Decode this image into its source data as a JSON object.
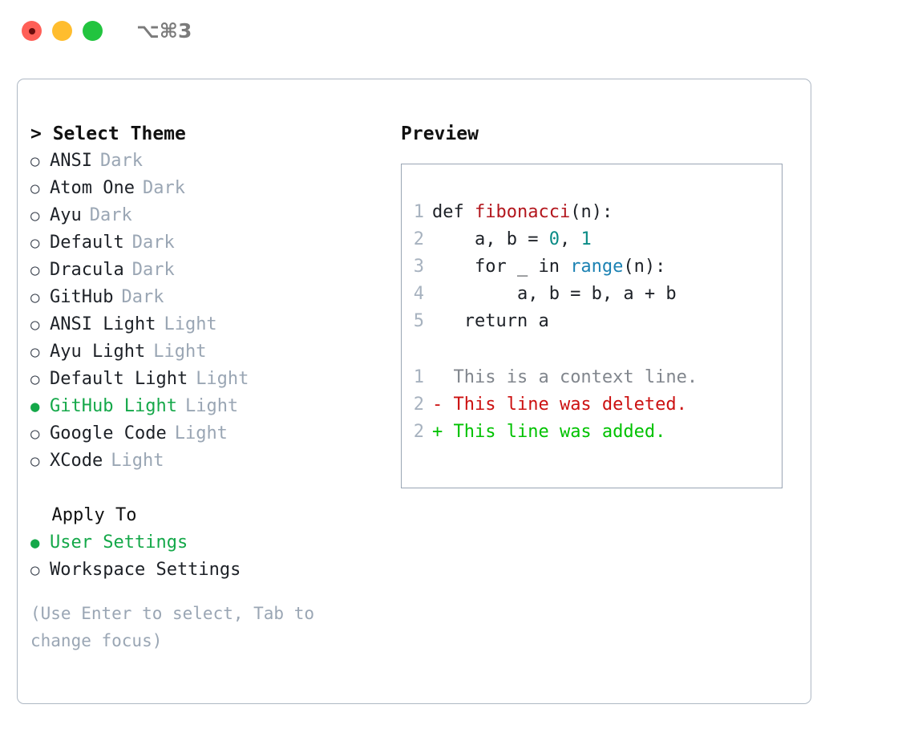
{
  "titlebar": {
    "shortcut": "⌥⌘3",
    "lights": [
      "close-red",
      "minimize-amber",
      "maximize-green"
    ]
  },
  "theme_section": {
    "heading": "> Select Theme",
    "items": [
      {
        "marker": "○",
        "label": "ANSI",
        "tag": "Dark",
        "selected": false
      },
      {
        "marker": "○",
        "label": "Atom One",
        "tag": "Dark",
        "selected": false
      },
      {
        "marker": "○",
        "label": "Ayu",
        "tag": "Dark",
        "selected": false
      },
      {
        "marker": "○",
        "label": "Default",
        "tag": "Dark",
        "selected": false
      },
      {
        "marker": "○",
        "label": "Dracula",
        "tag": "Dark",
        "selected": false
      },
      {
        "marker": "○",
        "label": "GitHub",
        "tag": "Dark",
        "selected": false
      },
      {
        "marker": "○",
        "label": "ANSI Light",
        "tag": "Light",
        "selected": false
      },
      {
        "marker": "○",
        "label": "Ayu Light",
        "tag": "Light",
        "selected": false
      },
      {
        "marker": "○",
        "label": "Default Light",
        "tag": "Light",
        "selected": false
      },
      {
        "marker": "●",
        "label": "GitHub Light",
        "tag": "Light",
        "selected": true
      },
      {
        "marker": "○",
        "label": "Google Code",
        "tag": "Light",
        "selected": false
      },
      {
        "marker": "○",
        "label": "XCode",
        "tag": "Light",
        "selected": false
      }
    ]
  },
  "apply_section": {
    "heading": "  Apply To",
    "items": [
      {
        "marker": "●",
        "label": "User Settings",
        "selected": true
      },
      {
        "marker": "○",
        "label": "Workspace Settings",
        "selected": false
      }
    ]
  },
  "hint": "(Use Enter to select, Tab to change focus)",
  "preview": {
    "title": "Preview",
    "code_lines": [
      {
        "num": "1",
        "segments": [
          {
            "text": "def ",
            "kind": "plain"
          },
          {
            "text": "fibonacci",
            "kind": "fn"
          },
          {
            "text": "(n):",
            "kind": "plain"
          }
        ]
      },
      {
        "num": "2",
        "segments": [
          {
            "text": "    a, b = ",
            "kind": "plain"
          },
          {
            "text": "0",
            "kind": "num"
          },
          {
            "text": ", ",
            "kind": "plain"
          },
          {
            "text": "1",
            "kind": "num"
          }
        ]
      },
      {
        "num": "3",
        "segments": [
          {
            "text": "    for _ in ",
            "kind": "plain"
          },
          {
            "text": "range",
            "kind": "call"
          },
          {
            "text": "(n):",
            "kind": "plain"
          }
        ]
      },
      {
        "num": "4",
        "segments": [
          {
            "text": "        a, b = b, a + b",
            "kind": "plain"
          }
        ]
      },
      {
        "num": "5",
        "segments": [
          {
            "text": "   return a",
            "kind": "plain"
          }
        ]
      }
    ],
    "diff_lines": [
      {
        "num": "1",
        "sign": " ",
        "text": " This is a context line.",
        "kind": "ctx"
      },
      {
        "num": "2",
        "sign": "-",
        "text": " This line was deleted.",
        "kind": "del"
      },
      {
        "num": "2",
        "sign": "+",
        "text": " This line was added.",
        "kind": "add"
      }
    ]
  },
  "colors": {
    "selection_green": "#14a849",
    "diff_add_green": "#00c200",
    "diff_del_red": "#cc1111",
    "tag_grey": "#9aa6b4",
    "fn_red": "#b3161d",
    "num_teal": "#0a8b86",
    "call_blue": "#1c82b3",
    "border": "#aeb8c4"
  }
}
